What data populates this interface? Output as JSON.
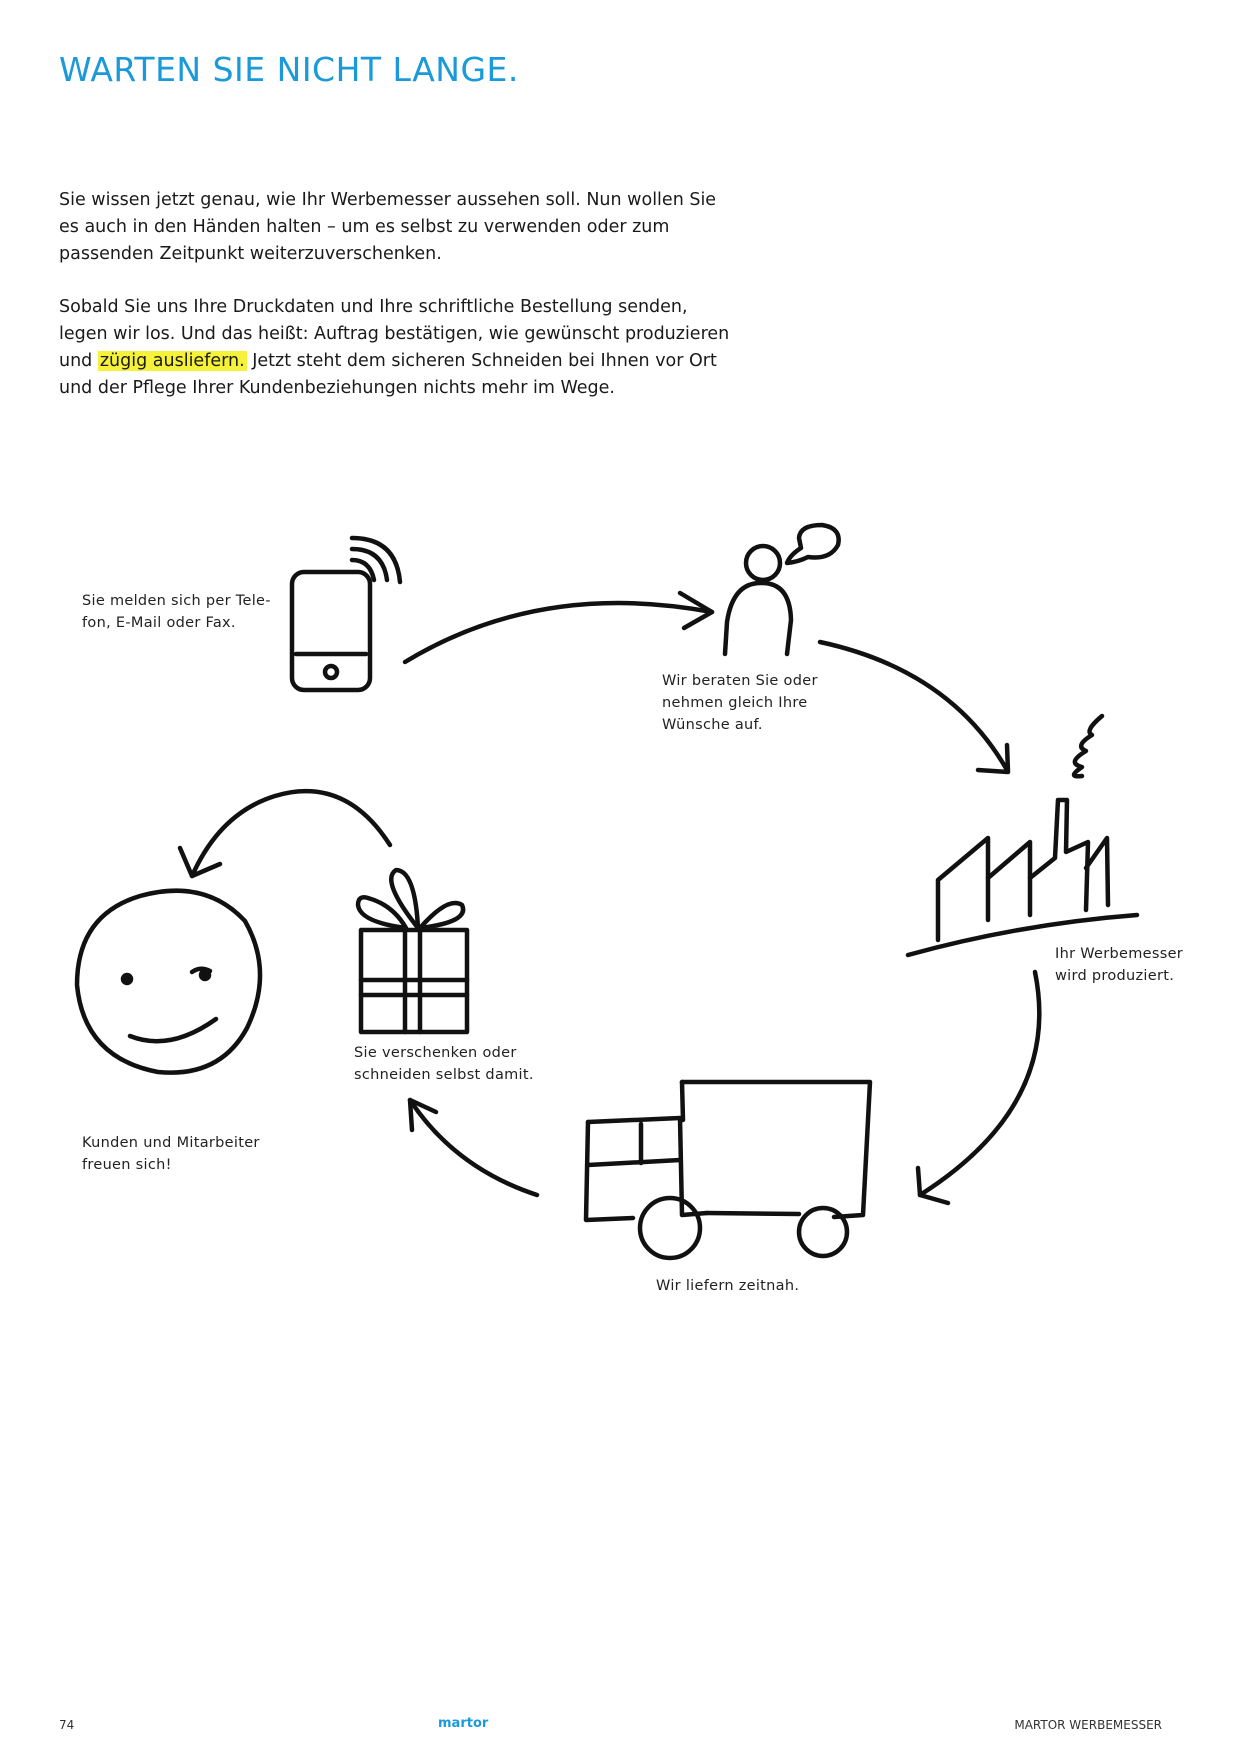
{
  "page": {
    "title": "WARTEN SIE NICHT LANGE.",
    "intro": {
      "p1": "Sie wissen jetzt genau, wie Ihr Werbemesser aussehen soll. Nun wollen Sie es auch in den Händen halten – um es selbst zu verwenden oder zum passenden Zeitpunkt weiterzuverschenken.",
      "p2_before": "Sobald Sie uns Ihre Druckdaten und Ihre schriftliche Bestellung senden, legen wir los. Und das heißt: Auftrag bestätigen, wie gewünscht produzieren und ",
      "p2_highlight": "zügig ausliefern.",
      "p2_after": " Jetzt steht dem sicheren Schneiden bei Ihnen vor Ort und der Pflege Ihrer Kundenbeziehungen nichts mehr im Wege."
    },
    "highlight_color": "#f6f23a",
    "accent_color": "#1a9ad9"
  },
  "steps": {
    "phone": {
      "caption_l1": "Sie melden sich per Tele-",
      "caption_l2": "fon, E-Mail oder Fax.",
      "icon": "phone-icon"
    },
    "consult": {
      "caption_l1": "Wir beraten Sie oder",
      "caption_l2": "nehmen gleich Ihre",
      "caption_l3": "Wünsche auf.",
      "icon": "person-speech-icon"
    },
    "factory": {
      "caption_l1": "Ihr Werbemesser",
      "caption_l2": "wird produziert.",
      "icon": "factory-icon"
    },
    "truck": {
      "caption_l1": "Wir liefern zeitnah.",
      "icon": "truck-icon"
    },
    "gift": {
      "caption_l1": "Sie verschenken oder",
      "caption_l2": "schneiden selbst damit.",
      "icon": "gift-icon"
    },
    "smiley": {
      "caption_l1": "Kunden und Mitarbeiter",
      "caption_l2": "freuen sich!",
      "icon": "smiley-icon"
    }
  },
  "footer": {
    "page_number": "74",
    "logo": "martor",
    "right": "MARTOR WERBEMESSER"
  }
}
